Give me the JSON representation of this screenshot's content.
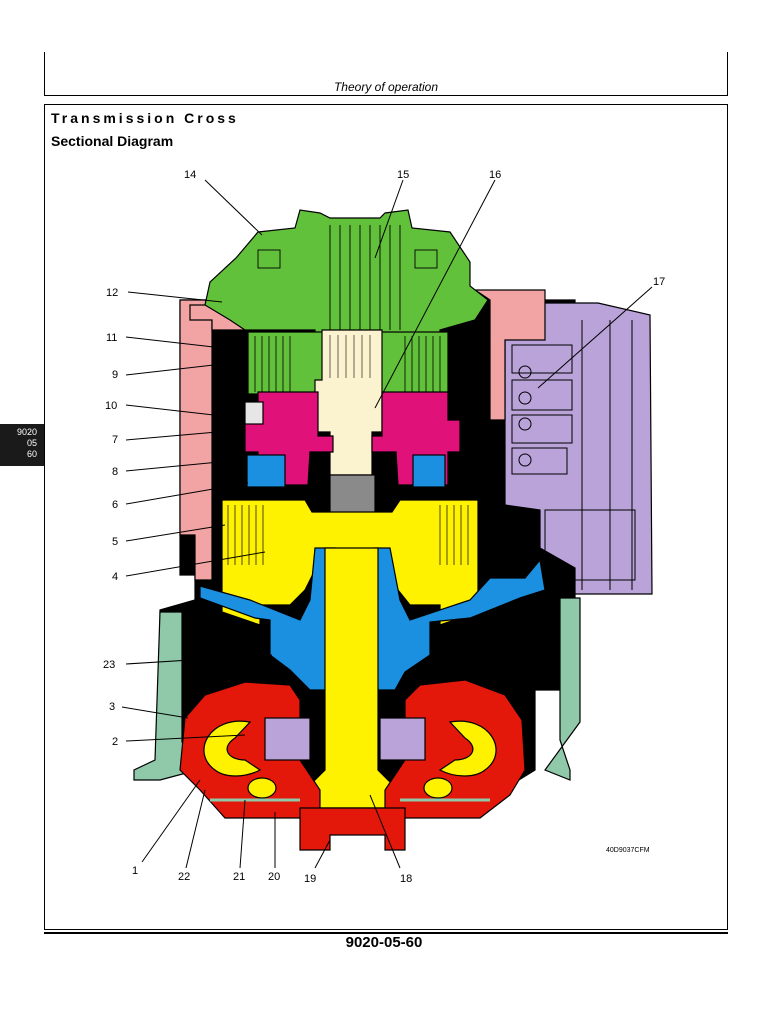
{
  "header": {
    "section_title": "Theory of operation"
  },
  "title": "Transmission Cross",
  "subtitle": "Sectional Diagram",
  "side_tab": {
    "line1": "9020",
    "line2": "05",
    "line3": "60"
  },
  "figure_code": "40D9037CFM",
  "callouts": {
    "c1": "1",
    "c2": "2",
    "c3": "3",
    "c4": "4",
    "c5": "5",
    "c6": "6",
    "c7": "7",
    "c8": "8",
    "c9": "9",
    "c10": "10",
    "c11": "11",
    "c12": "12",
    "c14": "14",
    "c15": "15",
    "c16": "16",
    "c17": "17",
    "c18": "18",
    "c19": "19",
    "c20": "20",
    "c21": "21",
    "c22": "22",
    "c23": "23"
  },
  "colors": {
    "green": "#62c13a",
    "pink": "#f2a3a3",
    "magenta": "#e0127a",
    "yellow": "#fff200",
    "blue": "#1b8fe0",
    "red": "#e3170a",
    "lavender": "#b9a3d9",
    "teal": "#8fc9a9",
    "cream": "#fbf3cf",
    "black": "#000000",
    "grey": "#8a8a8a"
  },
  "footer": {
    "page_number": "9020-05-60"
  }
}
